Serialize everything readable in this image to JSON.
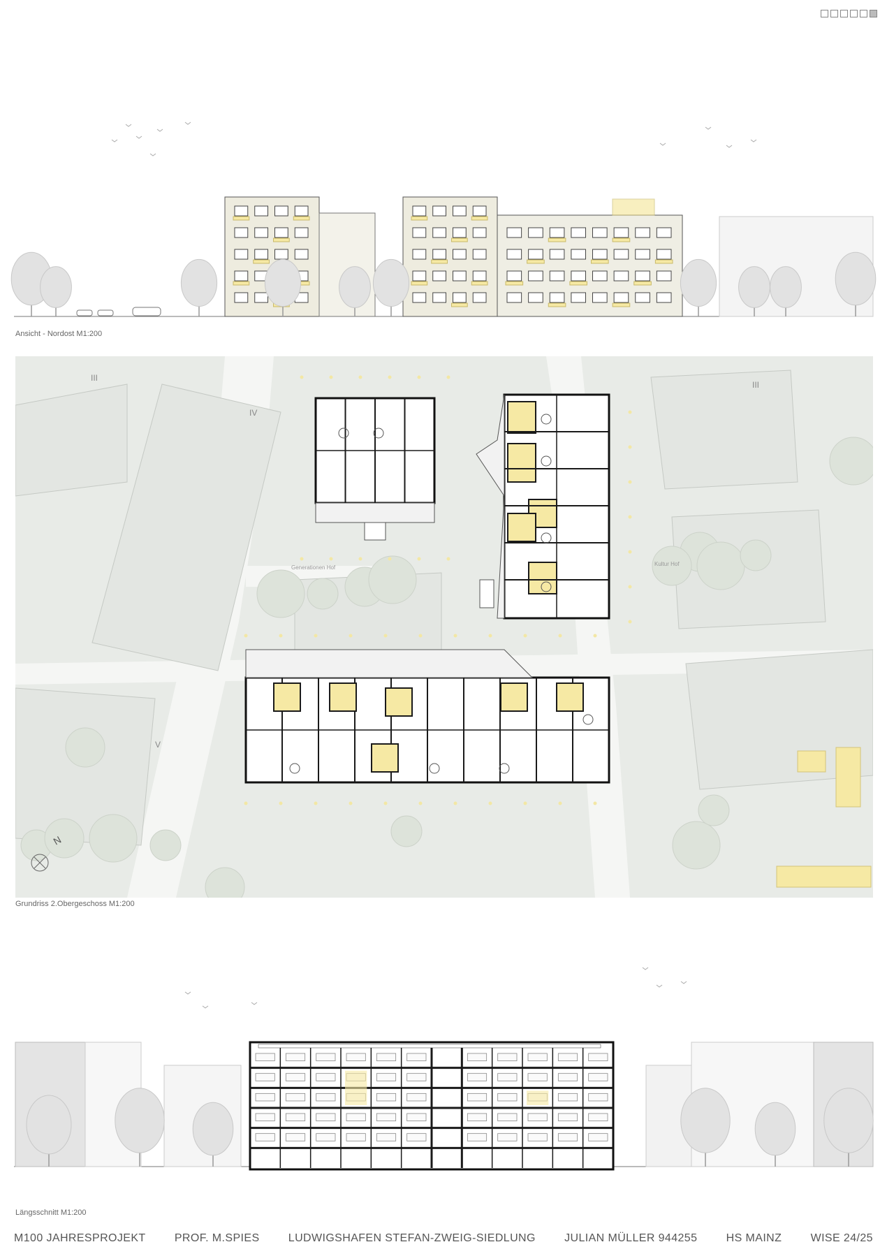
{
  "page_nav": {
    "pages": 6,
    "active_index": 5
  },
  "elevation": {
    "caption": "Ansicht - Nordost M1:200"
  },
  "plan": {
    "caption": "Grundriss 2.Obergeschoss M1:200",
    "north_label": "N",
    "roman_labels": [
      "III",
      "IV",
      "III",
      "V"
    ],
    "courtyard_labels": [
      "Generationen Hof",
      "Kultur Hof"
    ]
  },
  "section": {
    "caption": "Längsschnitt M1:200"
  },
  "footer": {
    "project": "M100 JAHRESPROJEKT",
    "professor": "PROF. M.SPIES",
    "site": "LUDWIGSHAFEN STEFAN-ZWEIG-SIEDLUNG",
    "author": "JULIAN MÜLLER 944255",
    "school": "HS MAINZ",
    "semester": "WISE 24/25"
  },
  "colors": {
    "accent_yellow": "#f6e9a4",
    "wall": "#1a1a1a",
    "ground_grey": "#e9ece8",
    "tree_green": "#dde3da"
  }
}
